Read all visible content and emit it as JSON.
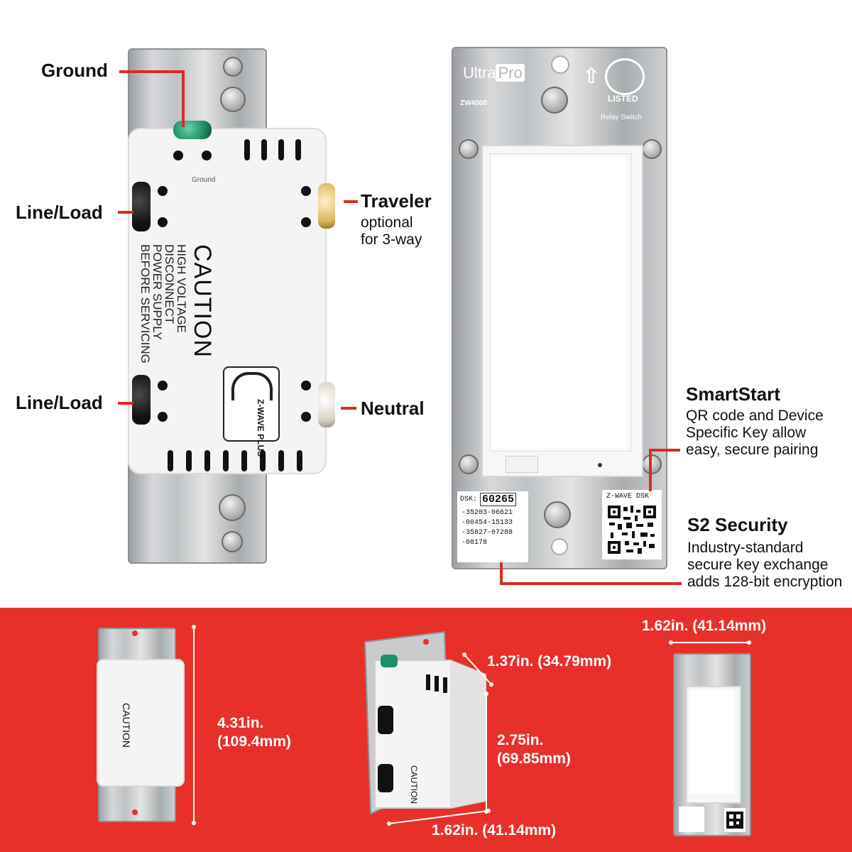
{
  "callouts": {
    "ground": "Ground",
    "line_load_top": "Line/Load",
    "line_load_bottom": "Line/Load",
    "traveler": "Traveler",
    "traveler_sub": "optional\nfor 3-way",
    "neutral": "Neutral",
    "smartstart_title": "SmartStart",
    "smartstart_desc": "QR code and Device\nSpecific Key allow\neasy, secure pairing",
    "s2_title": "S2 Security",
    "s2_desc": "Industry-standard\nsecure key exchange\nadds 128-bit encryption"
  },
  "device_back": {
    "caution": "CAUTION",
    "warning": "HIGH VOLTAGE\nDISCONNECT\nPOWER SUPPLY\nBEFORE SERVICING",
    "ground_label": "Ground",
    "zwave_logo": "Z-WAVE PLUS"
  },
  "device_front": {
    "brand_a": "Ultra",
    "brand_b": "Pro",
    "model": "ZW4008",
    "listed": "LISTED",
    "relay": "Relay Switch",
    "dsk_prefix": "DSK:",
    "dsk_code": "60265",
    "dsk_lines": [
      "-35203-06621",
      "-00454-15133",
      "-35827-07288",
      "-08178"
    ],
    "qr_label": "Z-WAVE DSK"
  },
  "dimensions": {
    "height": "4.31in.\n(109.4mm)",
    "depth": "1.37in. (34.79mm)",
    "body_height": "2.75in.\n(69.85mm)",
    "body_width": "1.62in. (41.14mm)",
    "front_width": "1.62in. (41.14mm)"
  },
  "colors": {
    "accent_red": "#e8302b",
    "callout_line": "#d92b25"
  }
}
